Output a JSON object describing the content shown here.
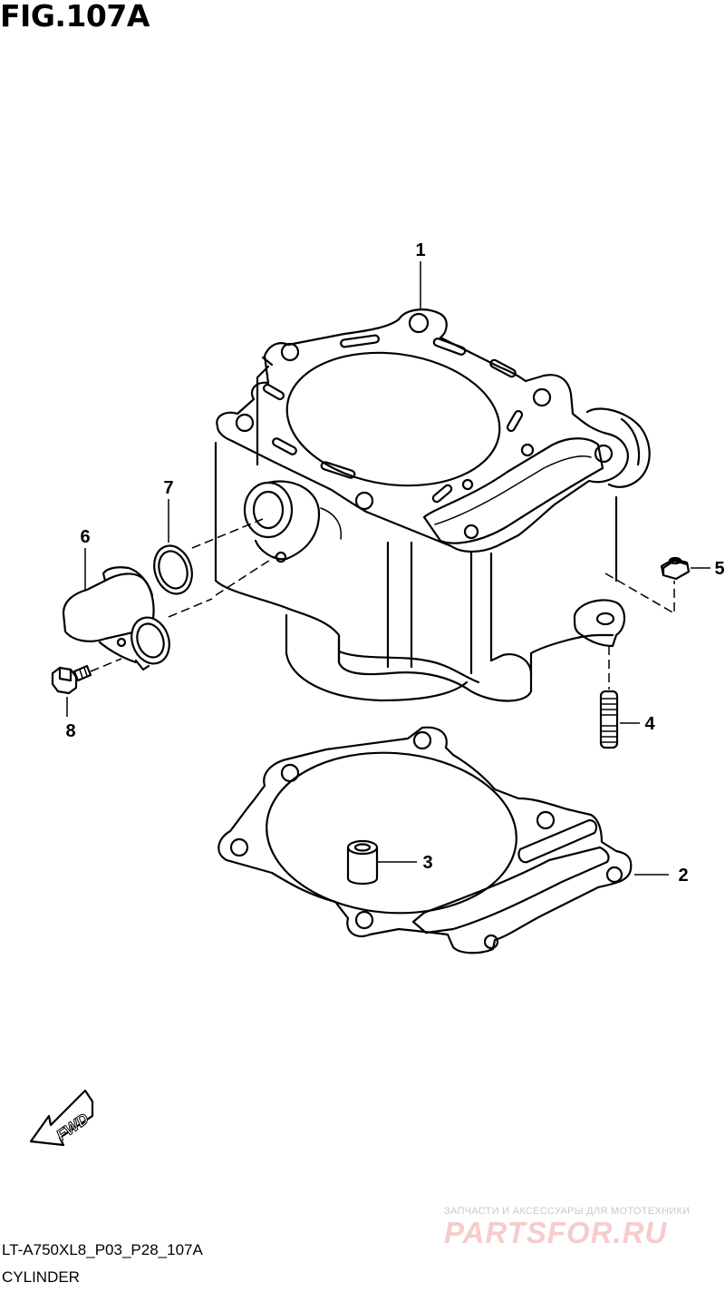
{
  "figure": {
    "title": "FIG.107A",
    "code": "LT-A750XL8_P03_P28_107A",
    "caption": "CYLINDER"
  },
  "callouts": [
    "1",
    "2",
    "3",
    "4",
    "5",
    "6",
    "7",
    "8"
  ],
  "fwd_label": "FWD",
  "watermark": {
    "subtitle": "ЗАПЧАСТИ И АКСЕССУАРЫ ДЛЯ МОТОТЕХНИКИ",
    "logo": "PARTSFOR.RU"
  }
}
